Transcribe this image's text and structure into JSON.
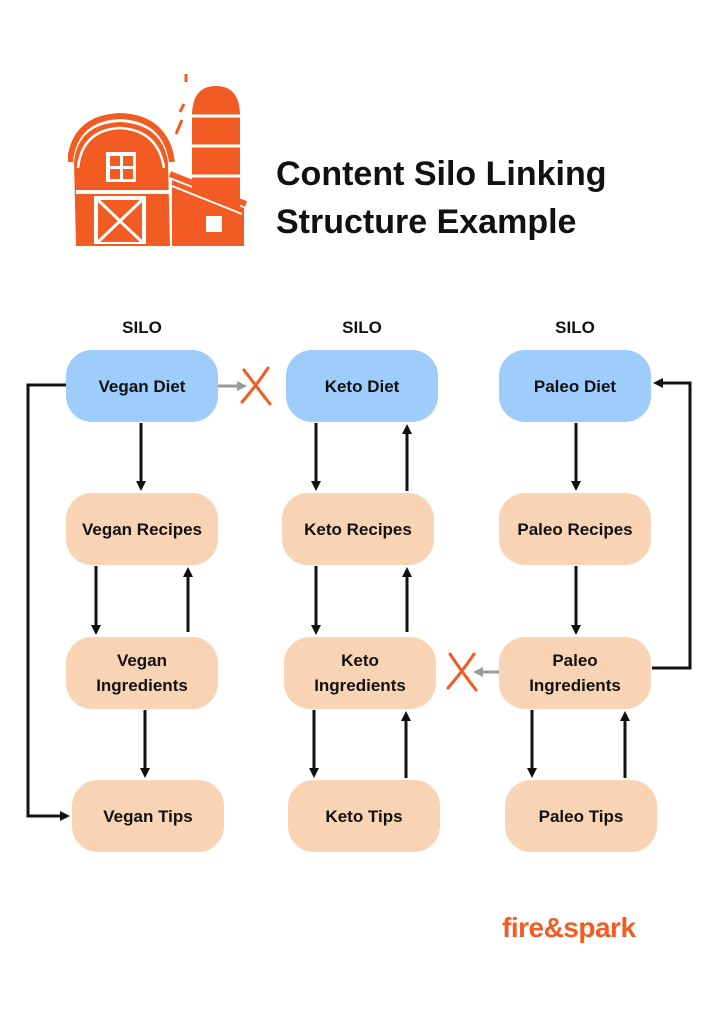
{
  "title": {
    "line1": "Content Silo Linking",
    "line2": "Structure Example"
  },
  "silo_labels": [
    "SILO",
    "SILO",
    "SILO"
  ],
  "colors": {
    "pillar": "#9fcdfb",
    "sub": "#f8d3b4",
    "accent": "#f25c22",
    "arrow": "#111111",
    "blocked_arrow": "#9a9a9a"
  },
  "silos": [
    {
      "pillar": "Vegan Diet",
      "recipes": "Vegan Recipes",
      "ingredients_line1": "Vegan",
      "ingredients_line2": "Ingredients",
      "tips": "Vegan Tips"
    },
    {
      "pillar": "Keto Diet",
      "recipes": "Keto Recipes",
      "ingredients_line1": "Keto",
      "ingredients_line2": "Ingredients",
      "tips": "Keto Tips"
    },
    {
      "pillar": "Paleo Diet",
      "recipes": "Paleo Recipes",
      "ingredients_line1": "Paleo",
      "ingredients_line2": "Ingredients",
      "tips": "Paleo Tips"
    }
  ],
  "icons": {
    "header": "barn-silo-icon",
    "blocked": "x-mark-icon"
  },
  "brand": "fire&spark"
}
